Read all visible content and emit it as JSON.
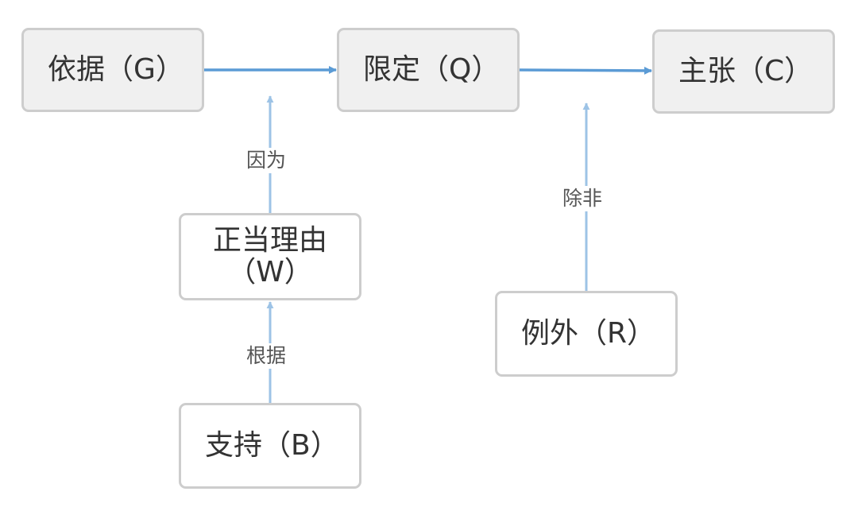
{
  "nodes": {
    "grounds": {
      "label": "依据（G）"
    },
    "qualifier": {
      "label": "限定（Q）"
    },
    "claim": {
      "label": "主张（C）"
    },
    "warrant": {
      "label": "正当理由（W）"
    },
    "backing": {
      "label": "支持（B）"
    },
    "rebuttal": {
      "label": "例外（R）"
    }
  },
  "edges": {
    "since": {
      "label": "因为"
    },
    "on_account_of": {
      "label": "根据"
    },
    "unless": {
      "label": "除非"
    }
  },
  "colors": {
    "main_arrow": "#5b9bd5",
    "support_arrow": "#9dc3e6",
    "box_border": "#cdcdcd",
    "box_fill": "#f0f0f0"
  }
}
